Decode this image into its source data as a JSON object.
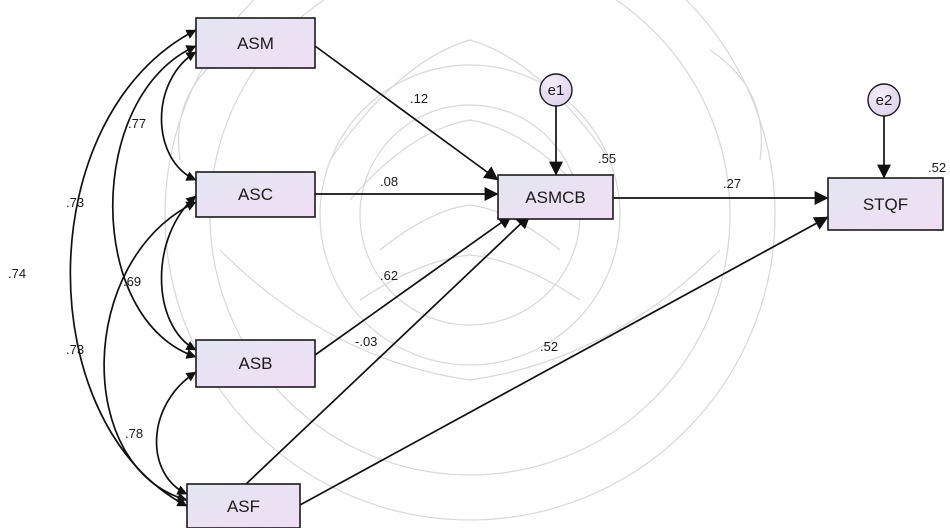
{
  "nodes": {
    "asm": "ASM",
    "asc": "ASC",
    "asb": "ASB",
    "asf": "ASF",
    "asmcb": "ASMCB",
    "stqf": "STQF"
  },
  "errors": {
    "e1": "e1",
    "e2": "e2"
  },
  "r_squared": {
    "asmcb": ".55",
    "stqf": ".52"
  },
  "paths": {
    "asm_to_asmcb": ".12",
    "asc_to_asmcb": ".08",
    "asb_to_asmcb": ".62",
    "asf_to_asmcb": "-.03",
    "asf_to_stqf": ".52",
    "asmcb_to_stqf": ".27"
  },
  "covariances": {
    "asm_asc": ".77",
    "asm_asb": ".73",
    "asm_asf": ".74",
    "asc_asb": ".69",
    "asc_asf": ".73",
    "asb_asf": ".78"
  },
  "colors": {
    "box_top": "#efe4f6",
    "box_bottom": "#dde4f2",
    "stroke": "#1a1a1a",
    "watermark": "#d8d8d8"
  }
}
